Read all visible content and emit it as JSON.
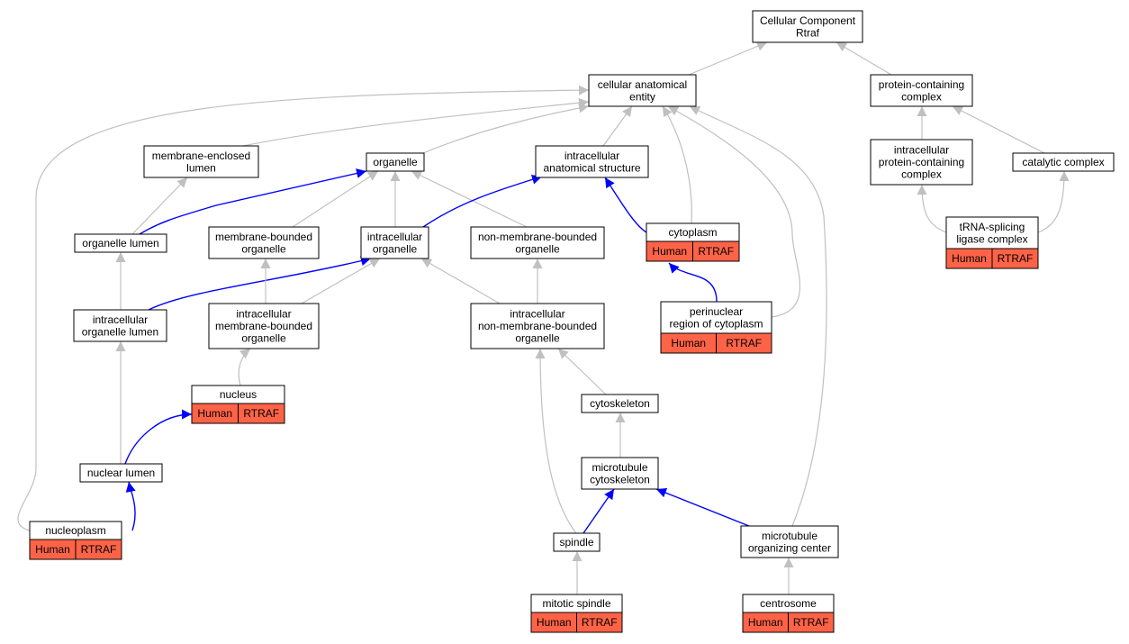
{
  "colors": {
    "is_a_edge": "#c0c0c0",
    "part_of_edge": "#0000ff",
    "annotation_fill": "#ff6347",
    "node_stroke": "#000000",
    "node_fill": "#ffffff"
  },
  "nodes": [
    {
      "id": "root",
      "lines": [
        "Cellular Component",
        "Rtraf"
      ]
    },
    {
      "id": "cae",
      "lines": [
        "cellular anatomical",
        "entity"
      ]
    },
    {
      "id": "pcc",
      "lines": [
        "protein-containing",
        "complex"
      ]
    },
    {
      "id": "mel",
      "lines": [
        "membrane-enclosed",
        "lumen"
      ]
    },
    {
      "id": "org",
      "lines": [
        "organelle"
      ]
    },
    {
      "id": "ias",
      "lines": [
        "intracellular",
        "anatomical structure"
      ]
    },
    {
      "id": "ipcc",
      "lines": [
        "intracellular",
        "protein-containing",
        "complex"
      ]
    },
    {
      "id": "cat",
      "lines": [
        "catalytic complex"
      ]
    },
    {
      "id": "orgl",
      "lines": [
        "organelle lumen"
      ]
    },
    {
      "id": "mbo",
      "lines": [
        "membrane-bounded",
        "organelle"
      ]
    },
    {
      "id": "io",
      "lines": [
        "intracellular",
        "organelle"
      ]
    },
    {
      "id": "nmbo",
      "lines": [
        "non-membrane-bounded",
        "organelle"
      ]
    },
    {
      "id": "cyto",
      "lines": [
        "cytoplasm"
      ],
      "badges": [
        "Human",
        "RTRAF"
      ]
    },
    {
      "id": "trna",
      "lines": [
        "tRNA-splicing",
        "ligase complex"
      ],
      "badges": [
        "Human",
        "RTRAF"
      ]
    },
    {
      "id": "iol",
      "lines": [
        "intracellular",
        "organelle lumen"
      ]
    },
    {
      "id": "imbo",
      "lines": [
        "intracellular",
        "membrane-bounded",
        "organelle"
      ]
    },
    {
      "id": "inmbo",
      "lines": [
        "intracellular",
        "non-membrane-bounded",
        "organelle"
      ]
    },
    {
      "id": "prc",
      "lines": [
        "perinuclear",
        "region of cytoplasm"
      ],
      "badges": [
        "Human",
        "RTRAF"
      ]
    },
    {
      "id": "nuc",
      "lines": [
        "nucleus"
      ],
      "badges": [
        "Human",
        "RTRAF"
      ]
    },
    {
      "id": "csk",
      "lines": [
        "cytoskeleton"
      ]
    },
    {
      "id": "nl",
      "lines": [
        "nuclear lumen"
      ]
    },
    {
      "id": "mtc",
      "lines": [
        "microtubule",
        "cytoskeleton"
      ]
    },
    {
      "id": "np",
      "lines": [
        "nucleoplasm"
      ],
      "badges": [
        "Human",
        "RTRAF"
      ]
    },
    {
      "id": "spi",
      "lines": [
        "spindle"
      ]
    },
    {
      "id": "mtoc",
      "lines": [
        "microtubule",
        "organizing center"
      ]
    },
    {
      "id": "msp",
      "lines": [
        "mitotic spindle"
      ],
      "badges": [
        "Human",
        "RTRAF"
      ]
    },
    {
      "id": "cent",
      "lines": [
        "centrosome"
      ],
      "badges": [
        "Human",
        "RTRAF"
      ]
    }
  ],
  "edges": [
    {
      "from": "cae",
      "to": "root",
      "rel": "is_a"
    },
    {
      "from": "pcc",
      "to": "root",
      "rel": "is_a"
    },
    {
      "from": "mel",
      "to": "cae",
      "rel": "is_a"
    },
    {
      "from": "org",
      "to": "cae",
      "rel": "is_a"
    },
    {
      "from": "ias",
      "to": "cae",
      "rel": "is_a"
    },
    {
      "from": "cyto",
      "to": "cae",
      "rel": "is_a"
    },
    {
      "from": "prc",
      "to": "cae",
      "rel": "is_a"
    },
    {
      "from": "mtoc",
      "to": "cae",
      "rel": "is_a"
    },
    {
      "from": "np",
      "to": "cae",
      "rel": "is_a"
    },
    {
      "from": "ipcc",
      "to": "pcc",
      "rel": "is_a"
    },
    {
      "from": "cat",
      "to": "pcc",
      "rel": "is_a"
    },
    {
      "from": "trna",
      "to": "ipcc",
      "rel": "is_a"
    },
    {
      "from": "trna",
      "to": "cat",
      "rel": "is_a"
    },
    {
      "from": "orgl",
      "to": "mel",
      "rel": "is_a"
    },
    {
      "from": "orgl",
      "to": "org",
      "rel": "part_of"
    },
    {
      "from": "mbo",
      "to": "org",
      "rel": "is_a"
    },
    {
      "from": "io",
      "to": "org",
      "rel": "is_a"
    },
    {
      "from": "nmbo",
      "to": "org",
      "rel": "is_a"
    },
    {
      "from": "io",
      "to": "ias",
      "rel": "part_of"
    },
    {
      "from": "cyto",
      "to": "ias",
      "rel": "part_of"
    },
    {
      "from": "iol",
      "to": "orgl",
      "rel": "is_a"
    },
    {
      "from": "iol",
      "to": "io",
      "rel": "part_of"
    },
    {
      "from": "imbo",
      "to": "mbo",
      "rel": "is_a"
    },
    {
      "from": "imbo",
      "to": "io",
      "rel": "is_a"
    },
    {
      "from": "inmbo",
      "to": "io",
      "rel": "is_a"
    },
    {
      "from": "inmbo",
      "to": "nmbo",
      "rel": "is_a"
    },
    {
      "from": "prc",
      "to": "cyto",
      "rel": "part_of"
    },
    {
      "from": "nuc",
      "to": "imbo",
      "rel": "is_a"
    },
    {
      "from": "nl",
      "to": "iol",
      "rel": "is_a"
    },
    {
      "from": "nl",
      "to": "nuc",
      "rel": "part_of"
    },
    {
      "from": "np",
      "to": "nl",
      "rel": "part_of"
    },
    {
      "from": "csk",
      "to": "inmbo",
      "rel": "is_a"
    },
    {
      "from": "spi",
      "to": "inmbo",
      "rel": "is_a"
    },
    {
      "from": "mtc",
      "to": "csk",
      "rel": "is_a"
    },
    {
      "from": "spi",
      "to": "mtc",
      "rel": "part_of"
    },
    {
      "from": "mtoc",
      "to": "mtc",
      "rel": "part_of"
    },
    {
      "from": "msp",
      "to": "spi",
      "rel": "is_a"
    },
    {
      "from": "cent",
      "to": "mtoc",
      "rel": "is_a"
    }
  ]
}
